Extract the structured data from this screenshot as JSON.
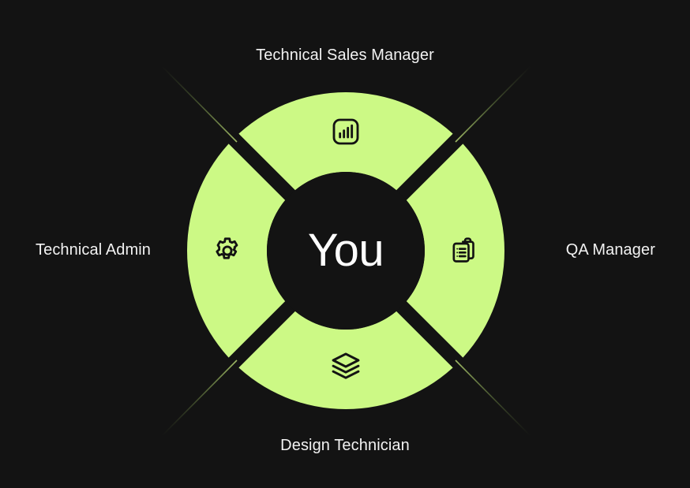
{
  "diagram": {
    "type": "radial-role-wheel",
    "center": {
      "label": "You",
      "shape": "circle"
    },
    "background_color": "#131313",
    "ring_color": "#CCF985",
    "text_color": "#F2F2F2",
    "center_text_color": "#FFFFFF",
    "icon_color": "#131313",
    "ray_color": "#8FA85A",
    "quadrants": [
      {
        "position": "top",
        "label": "Technical Sales Manager",
        "icon": "bar-chart-icon"
      },
      {
        "position": "right",
        "label": "QA Manager",
        "icon": "clipboard-list-icon"
      },
      {
        "position": "bottom",
        "label": "Design Technician",
        "icon": "layers-icon"
      },
      {
        "position": "left",
        "label": "Technical Admin",
        "icon": "gear-icon"
      }
    ]
  }
}
